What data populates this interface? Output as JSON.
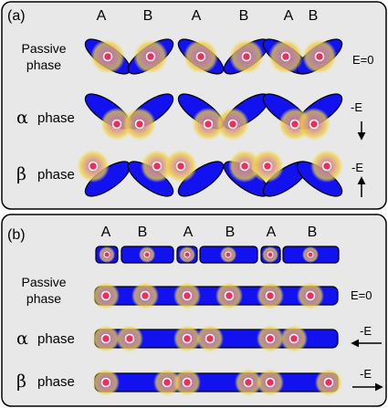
{
  "panel_a": {
    "tag": "(a)",
    "columns": [
      "A",
      "B",
      "A",
      "B",
      "A",
      "B"
    ],
    "rows": {
      "passive": {
        "label_line1": "Passive",
        "label_line2": "phase",
        "field": "E=0"
      },
      "alpha": {
        "symbol": "α",
        "word": "phase",
        "field": "-E",
        "arrow": "down"
      },
      "beta": {
        "symbol": "β",
        "word": "phase",
        "field": "-E",
        "arrow": "up"
      }
    }
  },
  "panel_b": {
    "tag": "(b)",
    "columns": [
      "A",
      "B",
      "A",
      "B",
      "A",
      "B"
    ],
    "rows": {
      "passive": {
        "label_line1": "Passive",
        "label_line2": "phase",
        "field": "E=0"
      },
      "alpha": {
        "symbol": "α",
        "word": "phase",
        "field": "-E",
        "arrow": "left"
      },
      "beta": {
        "symbol": "β",
        "word": "phase",
        "field": "-E",
        "arrow": "right"
      }
    }
  },
  "colors": {
    "molecule_fill": "#1212f0",
    "panel_fill": "#e8e8e8",
    "charge_core": "#e8325a",
    "charge_glow": "#f2d230"
  }
}
